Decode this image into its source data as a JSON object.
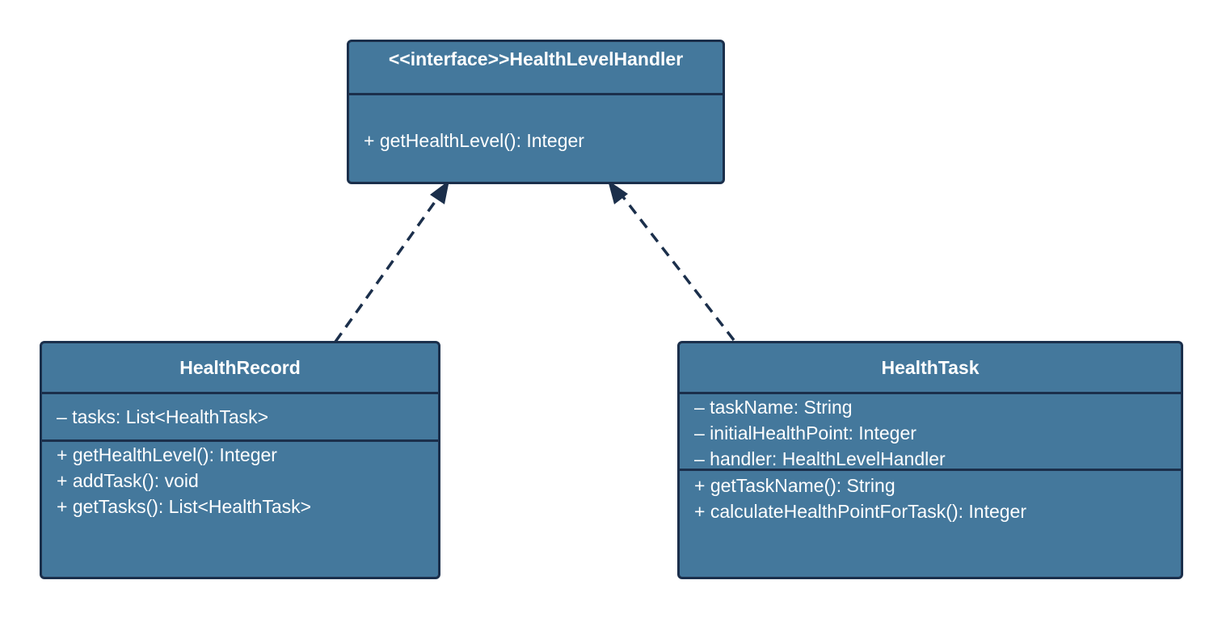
{
  "diagram": {
    "interface": {
      "name": "<<interface>>HealthLevelHandler",
      "attributes": [],
      "operations": [
        "+ getHealthLevel(): Integer"
      ]
    },
    "health_record": {
      "name": "HealthRecord",
      "attributes": [
        "– tasks: List<HealthTask>"
      ],
      "operations": [
        "+ getHealthLevel(): Integer",
        "+ addTask(): void",
        "+ getTasks(): List<HealthTask>"
      ]
    },
    "health_task": {
      "name": "HealthTask",
      "attributes": [
        "– taskName: String",
        "– initialHealthPoint: Integer",
        "– handler: HealthLevelHandler"
      ],
      "operations": [
        "+ getTaskName(): String",
        "+ calculateHealthPointForTask(): Integer"
      ]
    },
    "relations": [
      {
        "from": "HealthRecord",
        "to": "HealthLevelHandler",
        "type": "realization"
      },
      {
        "from": "HealthTask",
        "to": "HealthLevelHandler",
        "type": "realization"
      }
    ],
    "colors": {
      "class_fill": "#44789c",
      "border": "#1b2f4b",
      "text": "#ffffff",
      "connector": "#1b2f4b"
    }
  }
}
